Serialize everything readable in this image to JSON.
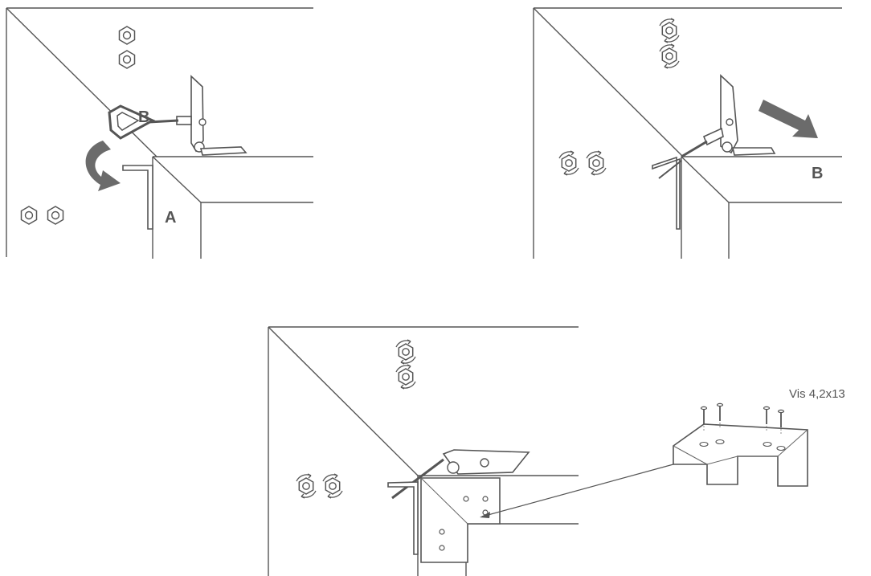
{
  "labels": {
    "panel1_a": "A",
    "panel1_b": "B",
    "panel2_b": "B",
    "screw_spec": "Vis 4,2x13"
  },
  "colors": {
    "line": "#555555",
    "arrow_fill": "#6b6b6b",
    "background": "#ffffff"
  },
  "icons": [
    "hex-nut-icon",
    "rotating-hex-nut-icon",
    "allen-key-icon",
    "screw-icon",
    "curved-arrow-icon",
    "direction-arrow-icon"
  ]
}
